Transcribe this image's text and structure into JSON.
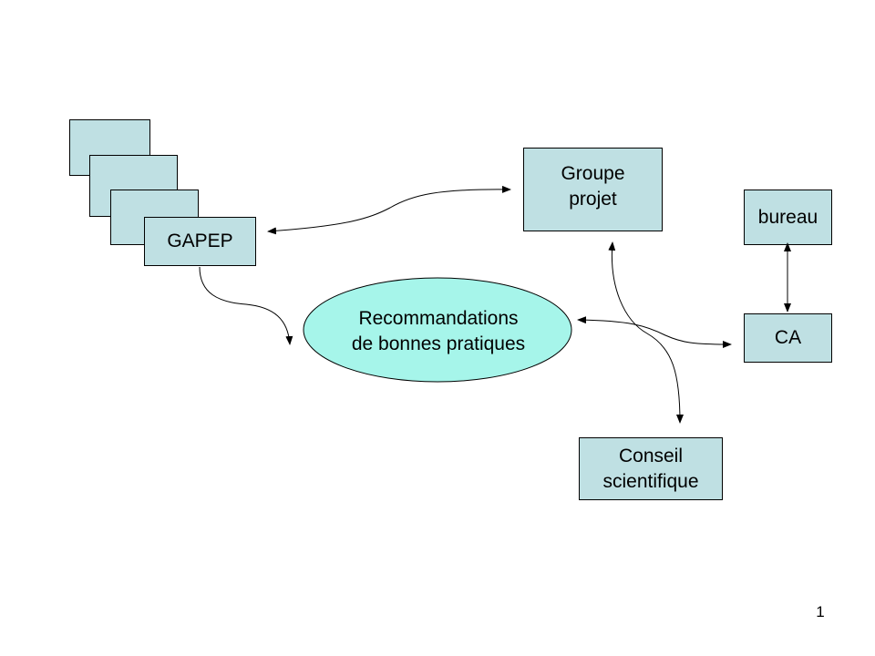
{
  "diagram": {
    "nodes": {
      "stack_back_1": {
        "label": ""
      },
      "stack_back_2": {
        "label": ""
      },
      "stack_back_3": {
        "label": ""
      },
      "gapep": {
        "label": "GAPEP"
      },
      "groupe_projet": {
        "label": "Groupe\n projet"
      },
      "bureau": {
        "label": "bureau"
      },
      "ca": {
        "label": "CA"
      },
      "recommandations": {
        "label": "Recommandations\n de bonnes pratiques"
      },
      "conseil": {
        "label": "Conseil\nscientifique"
      }
    },
    "edges": [
      {
        "from": "gapep",
        "to": "groupe_projet",
        "direction": "both"
      },
      {
        "from": "gapep",
        "to": "recommandations",
        "direction": "forward"
      },
      {
        "from": "bureau",
        "to": "ca",
        "direction": "both"
      },
      {
        "from": "ca",
        "to": "recommandations",
        "direction": "both"
      },
      {
        "from": "groupe_projet",
        "to": "conseil",
        "direction": "both"
      }
    ],
    "colors": {
      "box_fill": "#bfe0e3",
      "ellipse_fill": "#a6f5ea",
      "stroke": "#000000"
    }
  },
  "footer": {
    "page_number": "1"
  }
}
